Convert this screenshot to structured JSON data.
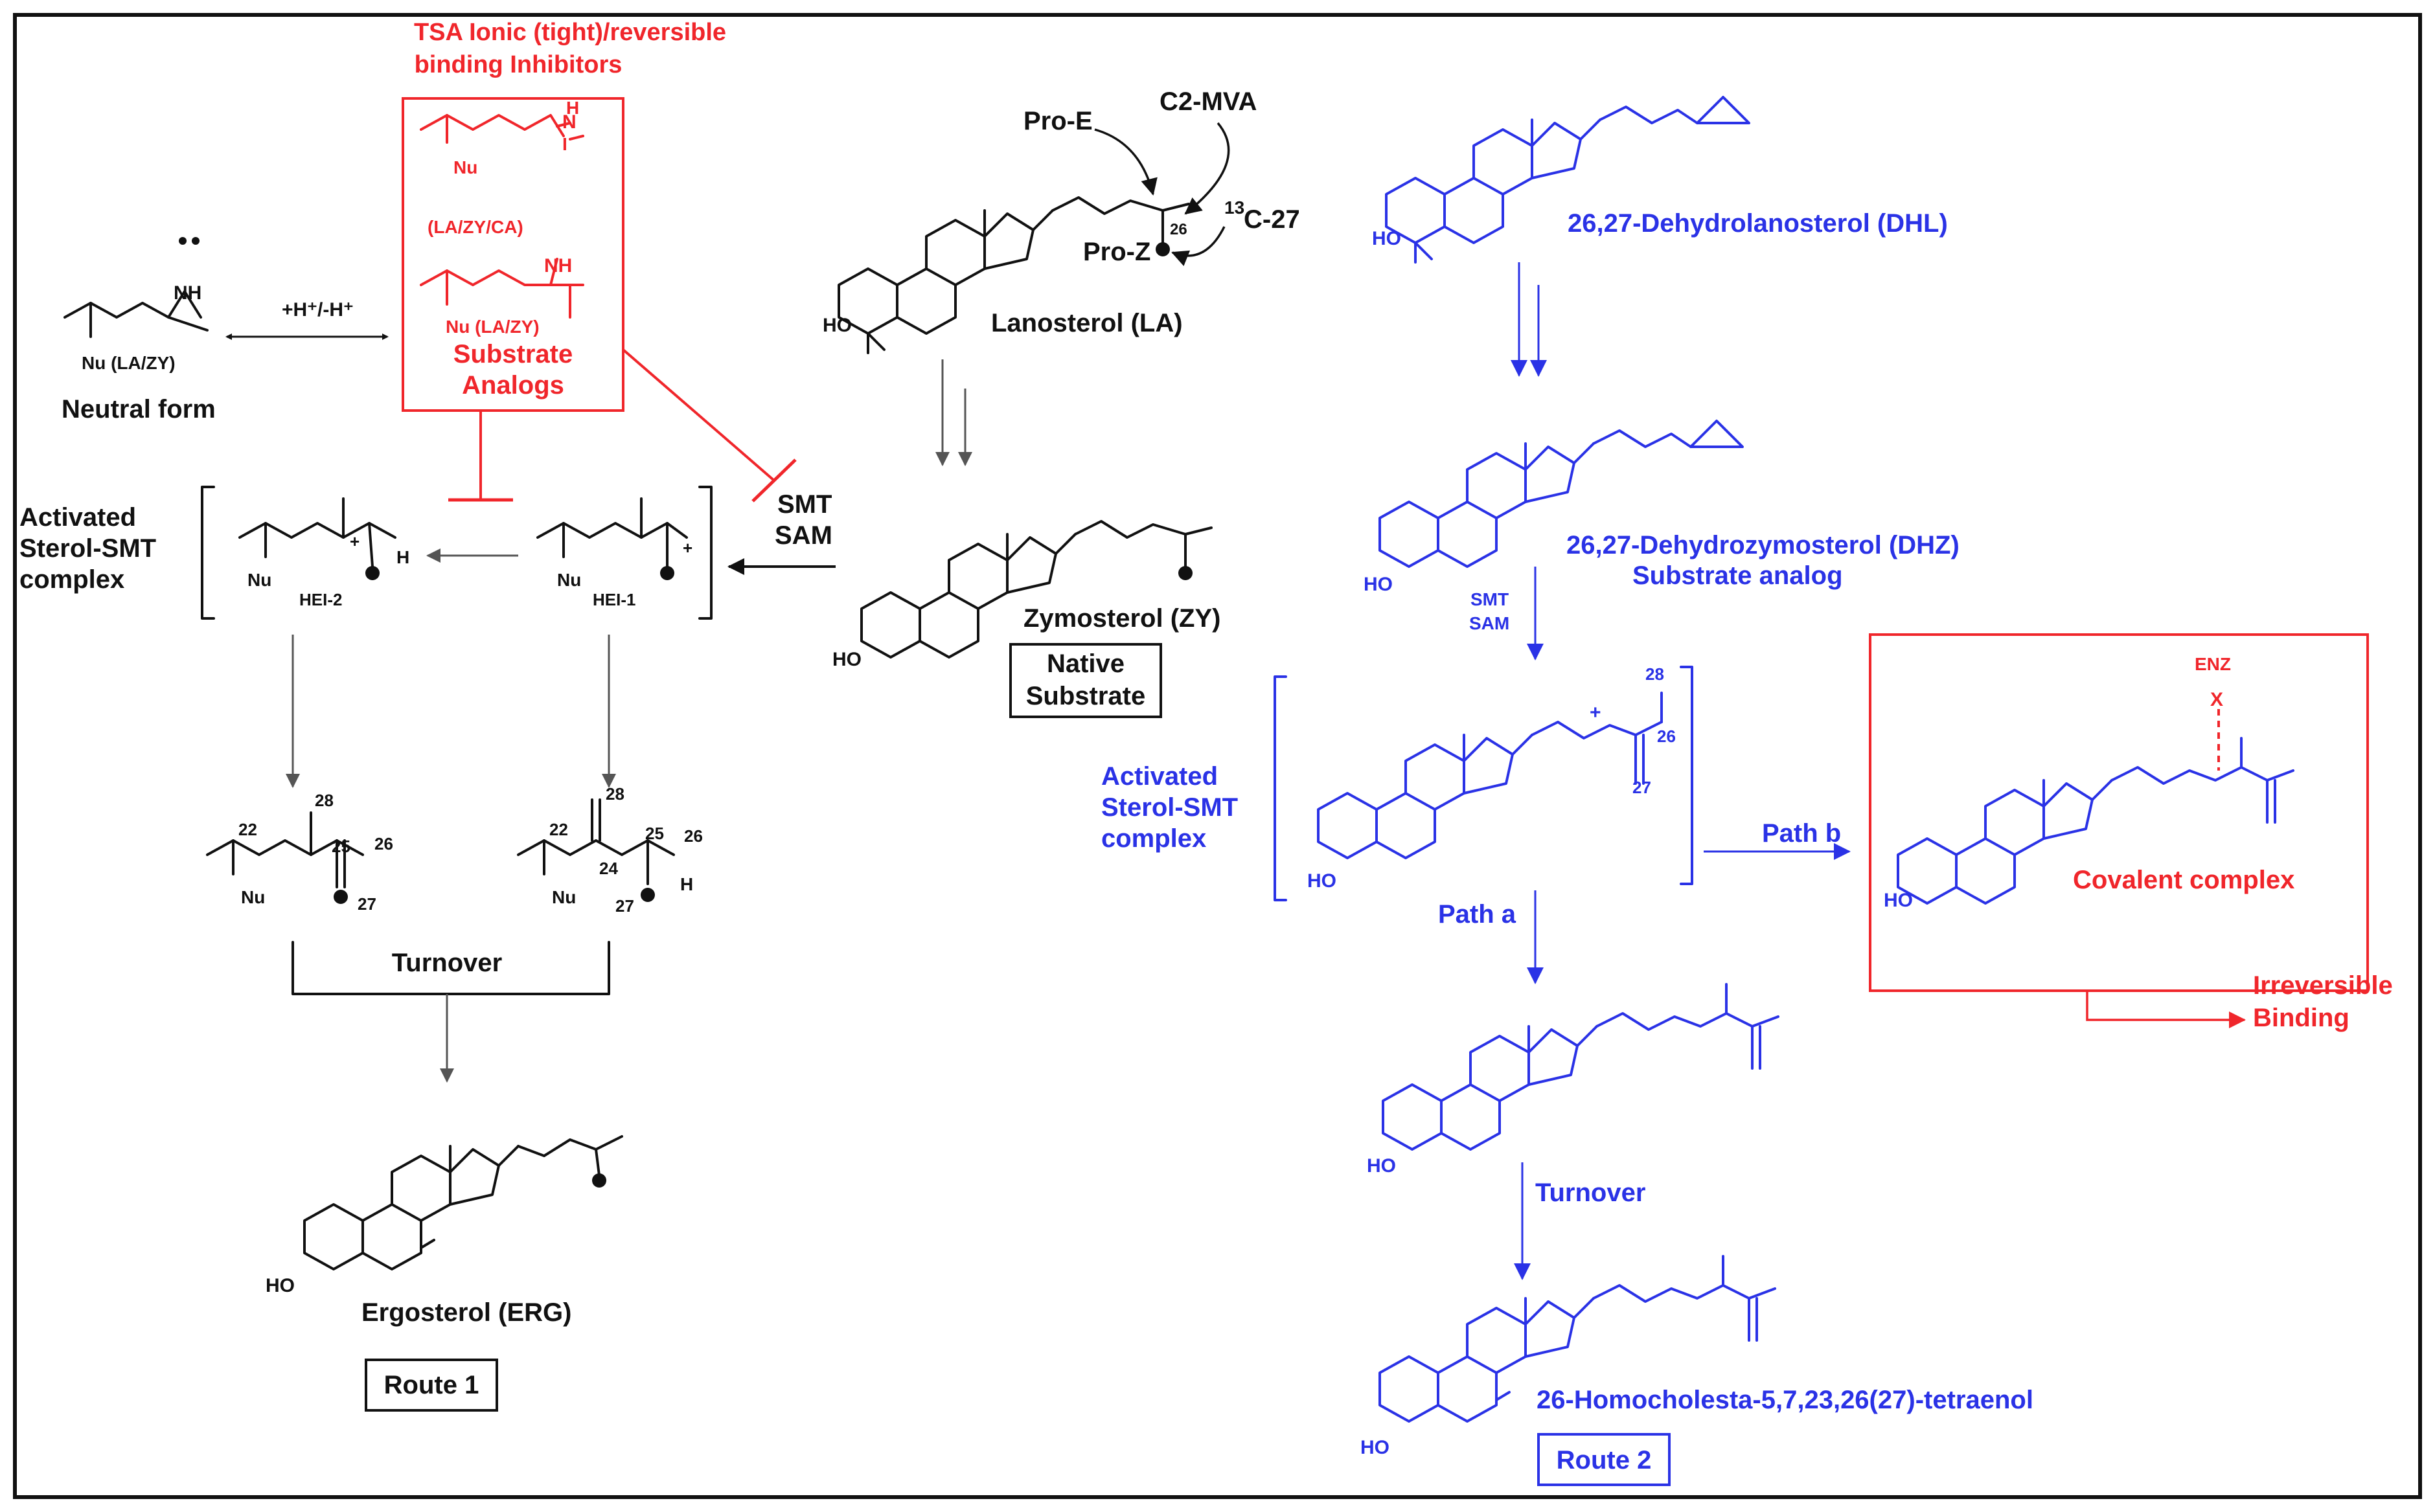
{
  "colors": {
    "black": "#111111",
    "red": "#f0262b",
    "blue": "#2a32e6"
  },
  "left": {
    "tsa_title_1": "TSA Ionic (tight)/reversible",
    "tsa_title_2": "binding Inhibitors",
    "nu": "Nu",
    "nh_charge": "N",
    "h_top": "H",
    "i_plus": "I",
    "la_zy_ca": "(LA/ZY/CA)",
    "nh2": "NH",
    "nu_lazy": "Nu (LA/ZY)",
    "substrate_analogs_1": "Substrate",
    "substrate_analogs_2": "Analogs",
    "neutral_nh": "NH",
    "neutral_nu": "Nu (LA/ZY)",
    "neutral_form": "Neutral form",
    "equilibrium": "+H⁺/-H⁺",
    "activated_1": "Activated",
    "activated_2": "Sterol-SMT",
    "activated_3": "complex",
    "hei2": "HEI-2",
    "hei1": "HEI-1",
    "h_label": "H",
    "smt": "SMT",
    "sam": "SAM",
    "n22": "22",
    "n28": "28",
    "n25": "25",
    "n26": "26",
    "n27": "27",
    "n24": "24",
    "turnover": "Turnover",
    "ergosterol": "Ergosterol (ERG)",
    "route1": "Route 1",
    "ho": "HO"
  },
  "middle": {
    "pro_e": "Pro-E",
    "c2_mva": "C2-MVA",
    "n26": "26",
    "c13_sup": "13",
    "c13_rest": "C-27",
    "pro_z": "Pro-Z",
    "lanosterol": "Lanosterol (LA)",
    "zymosterol": "Zymosterol (ZY)",
    "native_1": "Native",
    "native_2": "Substrate",
    "ho": "HO"
  },
  "right": {
    "dhl": "26,27-Dehydrolanosterol (DHL)",
    "dhz": "26,27-Dehydrozymosterol (DHZ)",
    "substrate_analog": "Substrate analog",
    "smt": "SMT",
    "sam": "SAM",
    "n28": "28",
    "n26": "26",
    "n27": "27",
    "activated_1": "Activated",
    "activated_2": "Sterol-SMT",
    "activated_3": "complex",
    "path_a": "Path a",
    "path_b": "Path b",
    "enz": "ENZ",
    "x": "X",
    "covalent": "Covalent complex",
    "irreversible_1": "Irreversible",
    "irreversible_2": "Binding",
    "turnover": "Turnover",
    "product": "26-Homocholesta-5,7,23,26(27)-tetraenol",
    "route2": "Route 2",
    "ho": "HO"
  }
}
